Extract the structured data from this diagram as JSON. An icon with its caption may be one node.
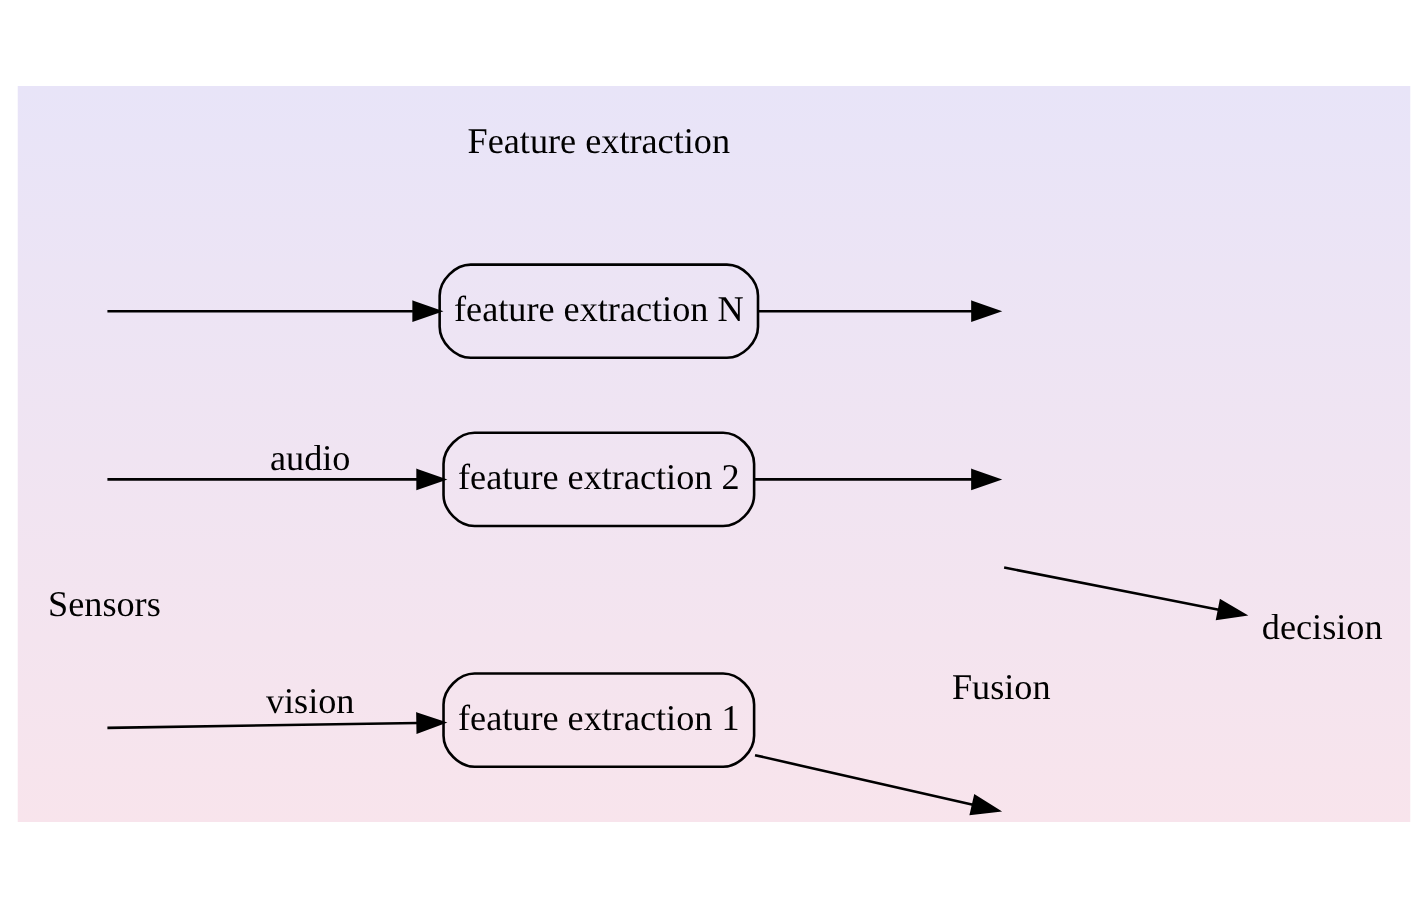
{
  "diagram": {
    "nodes": [
      {
        "text": [
          "feature extraction 1"
        ]
      },
      {
        "text": [
          "feature extraction 2"
        ]
      },
      {
        "text": [
          "feature extraction N"
        ]
      },
      {
        "text": [
          "decision"
        ]
      }
    ],
    "edges": [
      {
        "from": null,
        "to": 0,
        "arrow": "to",
        "label": "vision"
      },
      {
        "from": null,
        "to": 1,
        "arrow": "to",
        "label": "audio"
      },
      {
        "from": null,
        "to": 2,
        "arrow": "to"
      },
      {
        "from": 0,
        "to": null,
        "arrow": "to"
      },
      {
        "from": 1,
        "to": null,
        "arrow": "to"
      },
      {
        "from": 2,
        "to": null,
        "arrow": "to"
      },
      {
        "from": null,
        "to": 3,
        "arrow": "to"
      }
    ],
    "labels": [
      "Sensors",
      "Feature extraction",
      "Fusion"
    ]
  }
}
